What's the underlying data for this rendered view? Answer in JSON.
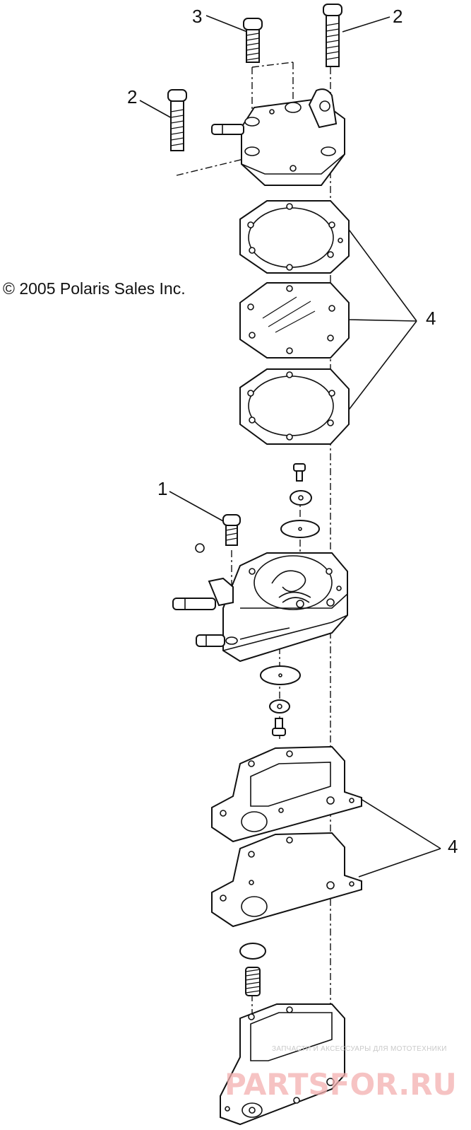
{
  "diagram": {
    "copyright": "© 2005 Polaris Sales Inc.",
    "callouts": [
      {
        "id": "callout-3",
        "label": "3"
      },
      {
        "id": "callout-2-top",
        "label": "2"
      },
      {
        "id": "callout-2-left",
        "label": "2"
      },
      {
        "id": "callout-4-upper",
        "label": "4"
      },
      {
        "id": "callout-1",
        "label": "1"
      },
      {
        "id": "callout-4-lower",
        "label": "4"
      }
    ],
    "watermark": {
      "small_text": "ЗАПЧАСТИ И АКСЕССУАРЫ ДЛЯ МОТОТЕХНИКИ",
      "big_text": "PARTSFOR.RU"
    }
  }
}
